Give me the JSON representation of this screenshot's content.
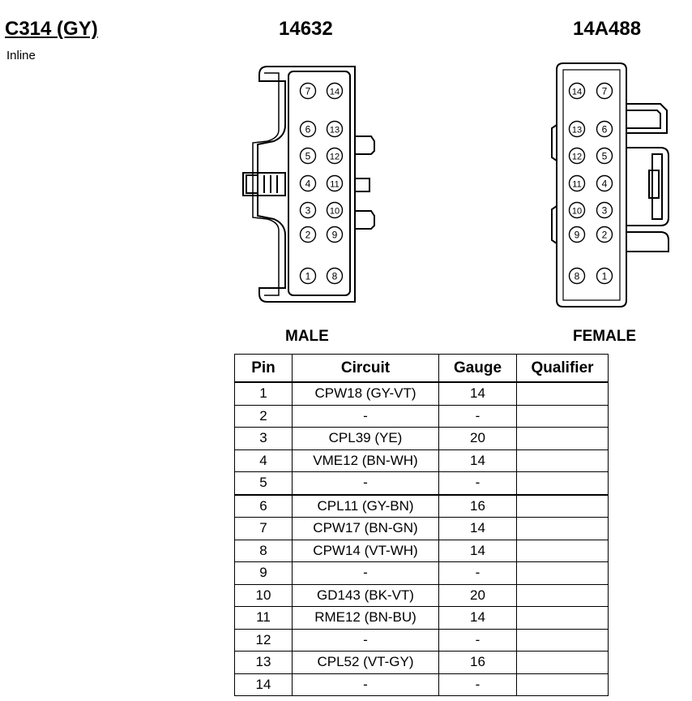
{
  "connector": {
    "title": "C314 (GY)",
    "subtitle": "Inline",
    "male_part_number": "14632",
    "female_part_number": "14A488",
    "male_label": "MALE",
    "female_label": "FEMALE"
  },
  "table": {
    "headers": {
      "pin": "Pin",
      "circuit": "Circuit",
      "gauge": "Gauge",
      "qualifier": "Qualifier"
    },
    "rows": [
      {
        "pin": "1",
        "circuit": "CPW18 (GY-VT)",
        "gauge": "14",
        "qualifier": ""
      },
      {
        "pin": "2",
        "circuit": "-",
        "gauge": "-",
        "qualifier": ""
      },
      {
        "pin": "3",
        "circuit": "CPL39 (YE)",
        "gauge": "20",
        "qualifier": ""
      },
      {
        "pin": "4",
        "circuit": "VME12 (BN-WH)",
        "gauge": "14",
        "qualifier": ""
      },
      {
        "pin": "5",
        "circuit": "-",
        "gauge": "-",
        "qualifier": ""
      },
      {
        "pin": "6",
        "circuit": "CPL11 (GY-BN)",
        "gauge": "16",
        "qualifier": ""
      },
      {
        "pin": "7",
        "circuit": "CPW17 (BN-GN)",
        "gauge": "14",
        "qualifier": ""
      },
      {
        "pin": "8",
        "circuit": "CPW14 (VT-WH)",
        "gauge": "14",
        "qualifier": ""
      },
      {
        "pin": "9",
        "circuit": "-",
        "gauge": "-",
        "qualifier": ""
      },
      {
        "pin": "10",
        "circuit": "GD143 (BK-VT)",
        "gauge": "20",
        "qualifier": ""
      },
      {
        "pin": "11",
        "circuit": "RME12 (BN-BU)",
        "gauge": "14",
        "qualifier": ""
      },
      {
        "pin": "12",
        "circuit": "-",
        "gauge": "-",
        "qualifier": ""
      },
      {
        "pin": "13",
        "circuit": "CPL52 (VT-GY)",
        "gauge": "16",
        "qualifier": ""
      },
      {
        "pin": "14",
        "circuit": "-",
        "gauge": "-",
        "qualifier": ""
      }
    ]
  },
  "male_pins": [
    [
      "7",
      "14"
    ],
    [
      "6",
      "13"
    ],
    [
      "5",
      "12"
    ],
    [
      "4",
      "11"
    ],
    [
      "3",
      "10"
    ],
    [
      "2",
      "9"
    ],
    [
      "1",
      "8"
    ]
  ],
  "female_pins": [
    [
      "14",
      "7"
    ],
    [
      "13",
      "6"
    ],
    [
      "12",
      "5"
    ],
    [
      "11",
      "4"
    ],
    [
      "10",
      "3"
    ],
    [
      "9",
      "2"
    ],
    [
      "8",
      "1"
    ]
  ]
}
